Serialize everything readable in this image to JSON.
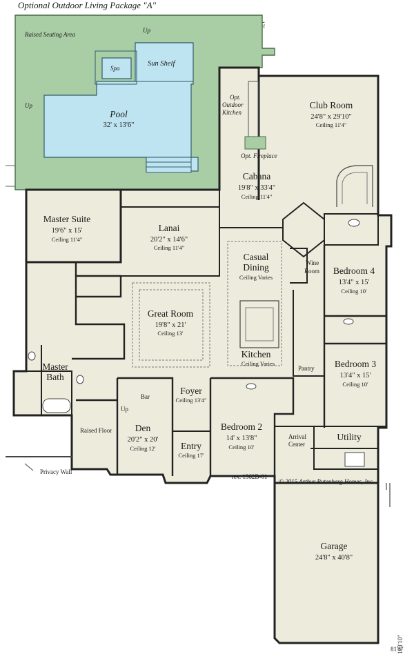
{
  "header": {
    "title": "Optional Outdoor Living Package \"A\""
  },
  "dimensions": {
    "top_right": "13'",
    "width": "81'4\"",
    "depth": "123'10\""
  },
  "outdoor": {
    "raised_seating": "Raised Seating Area",
    "spa": "Spa",
    "sun_shelf": "Sun Shelf",
    "pool_name": "Pool",
    "pool_dims": "32' x 13'6\"",
    "up_label": "Up",
    "opt_kitchen": [
      "Opt.",
      "Outdoor",
      "Kitchen"
    ],
    "opt_fireplace": "Opt. Fireplace"
  },
  "rooms": {
    "club": {
      "name": "Club Room",
      "dims": "24'8\" x 29'10\"",
      "ceiling": "Ceiling 11'4\""
    },
    "cabana": {
      "name": "Cabana",
      "dims": "19'8\" x 33'4\"",
      "ceiling": "Ceiling 11'4\""
    },
    "master": {
      "name": "Master Suite",
      "dims": "19'6\" x 15'",
      "ceiling": "Ceiling 11'4\""
    },
    "lanai": {
      "name": "Lanai",
      "dims": "20'2\" x 14'6\"",
      "ceiling": "Ceiling 11'4\""
    },
    "casual": {
      "name1": "Casual",
      "name2": "Dining",
      "ceiling": "Ceiling Varies"
    },
    "great": {
      "name": "Great Room",
      "dims": "19'8\" x 21'",
      "ceiling": "Ceiling 13'"
    },
    "bed4": {
      "name": "Bedroom 4",
      "dims": "13'4\" x 15'",
      "ceiling": "Ceiling 10'"
    },
    "bed3": {
      "name": "Bedroom 3",
      "dims": "13'4\" x 15'",
      "ceiling": "Ceiling 10'"
    },
    "kitchen": {
      "name": "Kitchen",
      "ceiling": "Ceiling Varies"
    },
    "masterbath": {
      "name1": "Master",
      "name2": "Bath"
    },
    "foyer": {
      "name": "Foyer",
      "ceiling": "Ceiling 13'4\""
    },
    "den": {
      "name": "Den",
      "dims": "20'2\" x 20'",
      "ceiling": "Ceiling 12'"
    },
    "bed2": {
      "name": "Bedroom 2",
      "dims": "14' x 13'8\"",
      "ceiling": "Ceiling 10'"
    },
    "entry": {
      "name": "Entry",
      "ceiling": "Ceiling 17'"
    },
    "garage": {
      "name": "Garage",
      "dims": "24'8\" x 40'8\""
    },
    "utility": {
      "name": "Utility"
    }
  },
  "labels": {
    "wine_room": [
      "Wine",
      "Room"
    ],
    "pantry": "Pantry",
    "bar": "Bar",
    "up": "Up",
    "raised_floor": "Raised Floor",
    "arrival_center": [
      "Arrival",
      "Center"
    ],
    "privacy_wall": "Privacy Wall",
    "revision": "rev. 1362B-01",
    "copyright": "© 2015 Arthur Rutenberg Homes, Inc."
  },
  "colors": {
    "floor": "#ecebdc",
    "lawn": "#a9cda5",
    "pool": "#bfe4f1",
    "wall": "#222222"
  }
}
